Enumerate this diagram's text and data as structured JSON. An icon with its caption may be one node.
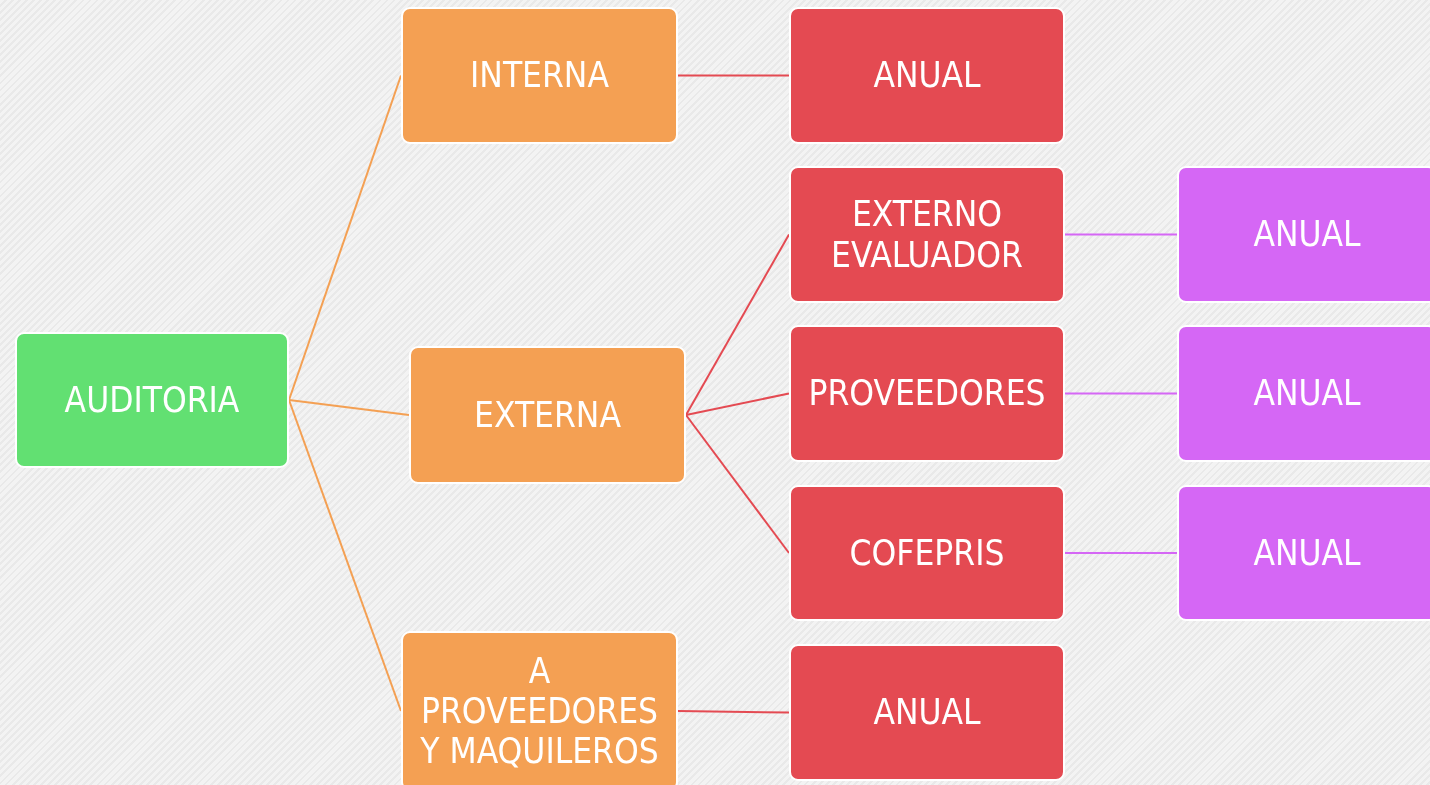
{
  "diagram": {
    "nodes": [
      {
        "text": [
          "AUDITORIA"
        ]
      },
      {
        "text": [
          "INTERNA"
        ]
      },
      {
        "text": [
          "EXTERNA"
        ]
      },
      {
        "text": [
          "A PROVEEDORES Y MAQUILEROS"
        ]
      },
      {
        "text": [
          "ANUAL"
        ]
      },
      {
        "text": [
          "EXTERNO EVALUADOR"
        ]
      },
      {
        "text": [
          "PROVEEDORES"
        ]
      },
      {
        "text": [
          "COFEPRIS"
        ]
      },
      {
        "text": [
          "ANUAL"
        ]
      },
      {
        "text": [
          "ANUAL"
        ]
      },
      {
        "text": [
          "ANUAL"
        ]
      },
      {
        "text": [
          "ANUAL"
        ]
      }
    ],
    "edges": [
      {
        "from": 0,
        "to": 1,
        "arrow": "none",
        "color": "#f4a053"
      },
      {
        "from": 0,
        "to": 2,
        "arrow": "none",
        "color": "#f4a053"
      },
      {
        "from": 0,
        "to": 3,
        "arrow": "none",
        "color": "#f4a053"
      },
      {
        "from": 1,
        "to": 4,
        "arrow": "none"
      },
      {
        "from": 2,
        "to": 5,
        "arrow": "none"
      },
      {
        "from": 2,
        "to": 6,
        "arrow": "none"
      },
      {
        "from": 2,
        "to": 7,
        "arrow": "none"
      },
      {
        "from": 3,
        "to": 8,
        "arrow": "none"
      },
      {
        "from": 5,
        "to": 9,
        "arrow": "none",
        "color": "#d567f5"
      },
      {
        "from": 6,
        "to": 10,
        "arrow": "none",
        "color": "#d567f5"
      },
      {
        "from": 7,
        "to": 11,
        "arrow": "none",
        "color": "#d567f5"
      }
    ]
  }
}
